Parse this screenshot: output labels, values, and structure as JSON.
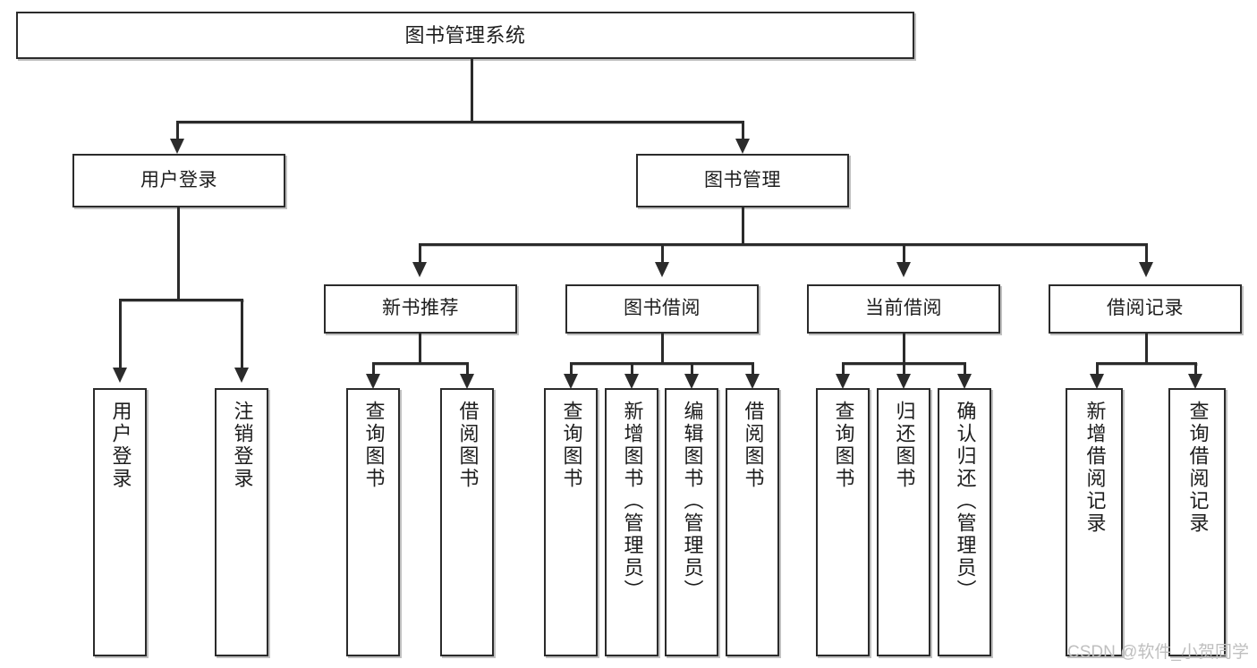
{
  "diagram": {
    "type": "tree-hierarchy",
    "title": "图书管理系统",
    "root": {
      "label": "图书管理系统"
    },
    "level2": [
      {
        "label": "用户登录"
      },
      {
        "label": "图书管理"
      }
    ],
    "level3": [
      {
        "label": "新书推荐"
      },
      {
        "label": "图书借阅"
      },
      {
        "label": "当前借阅"
      },
      {
        "label": "借阅记录"
      }
    ],
    "leaves": {
      "user_login": [
        {
          "label": "用户登录"
        },
        {
          "label": "注销登录"
        }
      ],
      "new_book_recommend": [
        {
          "label": "查询图书"
        },
        {
          "label": "借阅图书"
        }
      ],
      "book_borrow": [
        {
          "label": "查询图书"
        },
        {
          "label": "新增图书（管理员）"
        },
        {
          "label": "编辑图书（管理员）"
        },
        {
          "label": "借阅图书"
        }
      ],
      "current_borrow": [
        {
          "label": "查询图书"
        },
        {
          "label": "归还图书"
        },
        {
          "label": "确认归还（管理员）"
        }
      ],
      "borrow_record": [
        {
          "label": "新增借阅记录"
        },
        {
          "label": "查询借阅记录"
        }
      ]
    }
  },
  "watermark": {
    "text": "CSDN @软件_小贺同学"
  },
  "colors": {
    "border": "#2b2b2b",
    "background": "#ffffff",
    "text": "#1d1d1d",
    "watermark": "#bfbfbf"
  }
}
